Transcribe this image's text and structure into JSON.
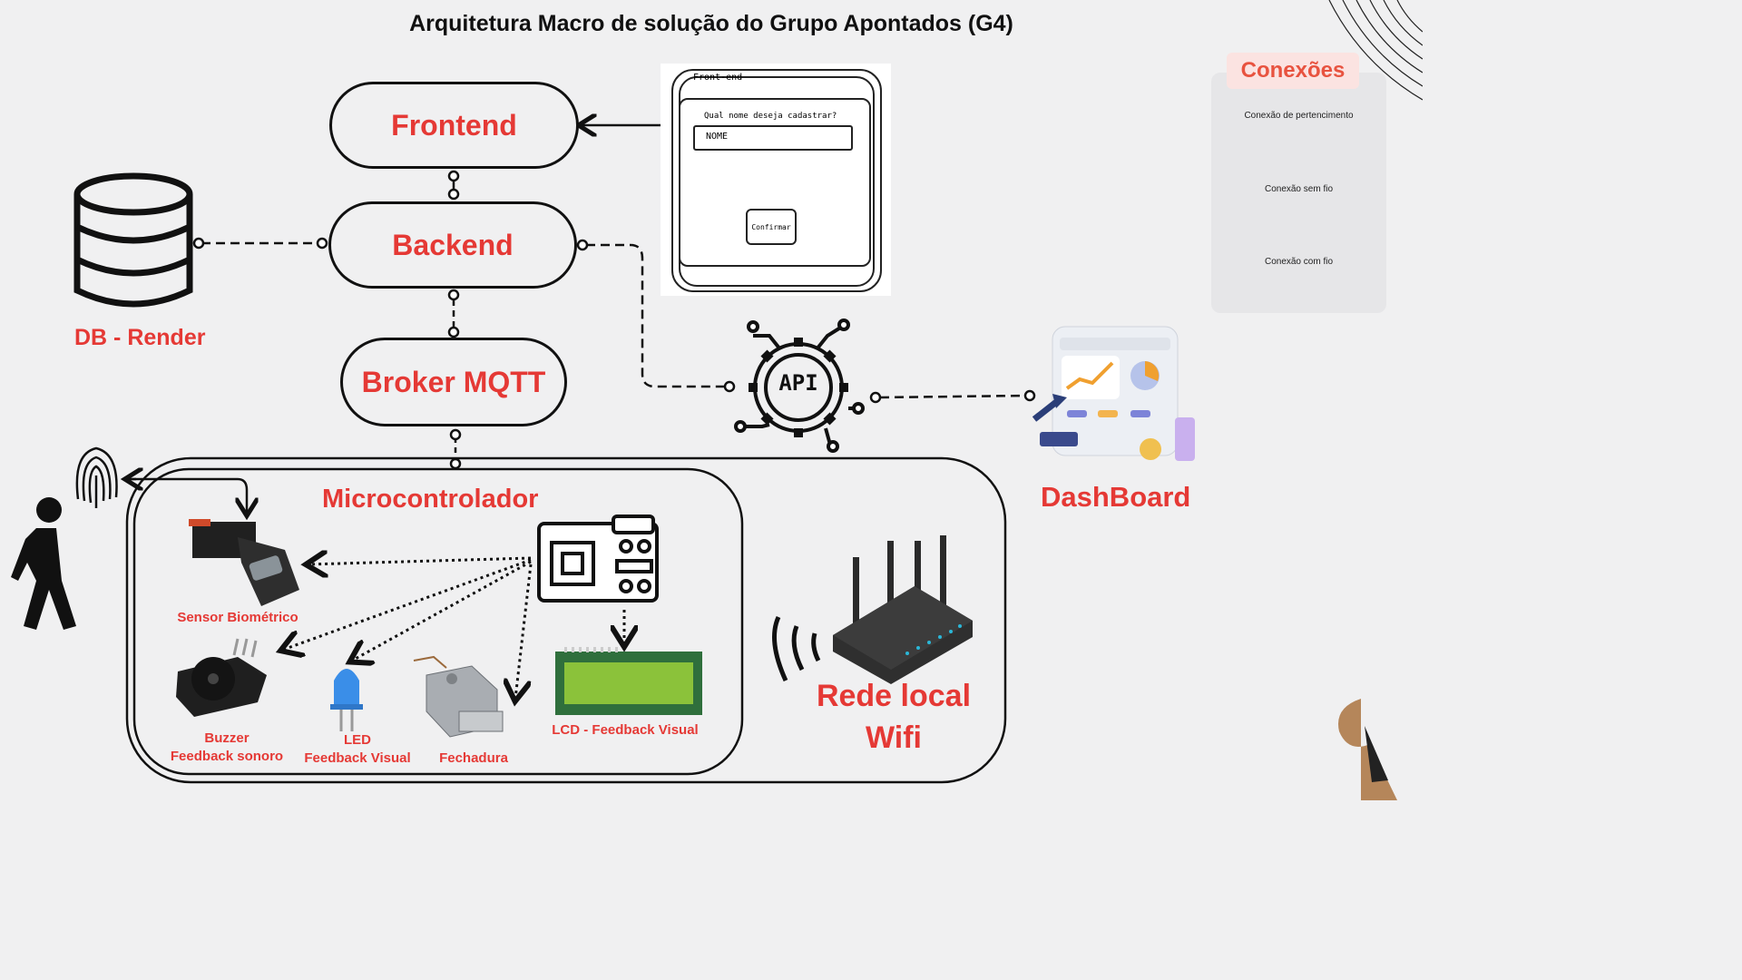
{
  "title": "Arquitetura Macro de solução do Grupo Apontados (G4)",
  "nodes": {
    "frontend": "Frontend",
    "backend": "Backend",
    "broker": "Broker MQTT",
    "db": "DB - Render",
    "api": "API",
    "dashboard": "DashBoard",
    "microcontroller": "Microcontrolador",
    "wifi_line1": "Rede local",
    "wifi_line2": "Wifi"
  },
  "components": {
    "sensor": "Sensor Biométrico",
    "buzzer_line1": "Buzzer",
    "buzzer_line2": "Feedback sonoro",
    "led_line1": "LED",
    "led_line2": "Feedback Visual",
    "lock": "Fechadura",
    "lcd": "LCD - Feedback Visual"
  },
  "mockup": {
    "header": "Front-end",
    "question": "Qual nome deseja cadastrar?",
    "input_placeholder": "NOME",
    "confirm": "Confirmar"
  },
  "legend": {
    "title": "Conexões",
    "items": [
      "Conexão de pertencimento",
      "Conexão sem fio",
      "Conexão com fio"
    ]
  },
  "colors": {
    "accent": "#e53935",
    "legend_title": "#e8533f",
    "line": "#111111"
  }
}
